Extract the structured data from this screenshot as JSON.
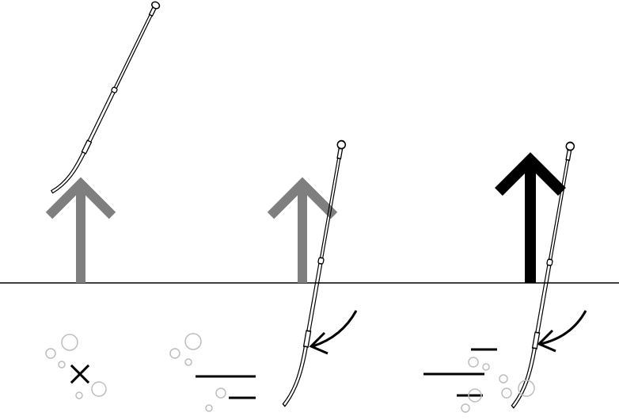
{
  "colors": {
    "background": "#ffffff",
    "line": "#000000",
    "gray_arrow": "#7f7f7f",
    "black_arrow": "#000000",
    "bubble": "#bdbdbd"
  },
  "panels": [
    {
      "id": "left",
      "arrow": "gray-up-arrow",
      "rod_position": "above-surface",
      "curved_arrow": false,
      "speed_lines": 0,
      "mark": "x-mark"
    },
    {
      "id": "middle",
      "arrow": "gray-up-arrow",
      "rod_position": "crossing-surface",
      "curved_arrow": true,
      "speed_lines": 2,
      "mark": null
    },
    {
      "id": "right",
      "arrow": "black-up-arrow",
      "rod_position": "crossing-surface",
      "curved_arrow": true,
      "speed_lines": 3,
      "mark": null
    }
  ]
}
